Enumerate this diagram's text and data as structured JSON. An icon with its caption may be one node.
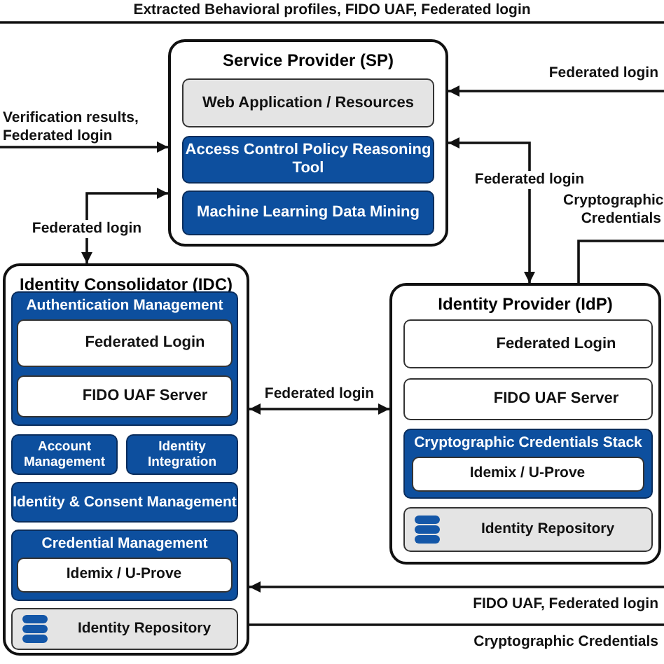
{
  "diagram": {
    "nodes": [
      {
        "text": [
          "Service Provider (SP)"
        ]
      },
      {
        "text": [
          "Web Application / Resources"
        ],
        "in": 0
      },
      {
        "text": [
          "Access Control Policy Reasoning Tool"
        ],
        "in": 0
      },
      {
        "text": [
          "Machine Learning Data Mining"
        ],
        "in": 0
      },
      {
        "text": [
          "Identity Consolidator (IDC)"
        ]
      },
      {
        "text": [
          "Authentication Management"
        ],
        "in": 4
      },
      {
        "text": [
          "Federated Login"
        ],
        "in": 5
      },
      {
        "text": [
          "FIDO UAF Server"
        ],
        "in": 5
      },
      {
        "text": [
          "Account Management"
        ],
        "in": 4
      },
      {
        "text": [
          "Identity Integration"
        ],
        "in": 4
      },
      {
        "text": [
          "Identity & Consent Management"
        ],
        "in": 4
      },
      {
        "text": [
          "Credential Management"
        ],
        "in": 4
      },
      {
        "text": [
          "Idemix / U-Prove"
        ],
        "in": 11
      },
      {
        "text": [
          "Identity Repository"
        ],
        "in": 4
      },
      {
        "text": [
          "Identity Provider (IdP)"
        ]
      },
      {
        "text": [
          "Federated Login"
        ],
        "in": 14
      },
      {
        "text": [
          "FIDO UAF Server"
        ],
        "in": 14
      },
      {
        "text": [
          "Cryptographic Credentials Stack"
        ],
        "in": 14
      },
      {
        "text": [
          "Idemix / U-Prove"
        ],
        "in": 17
      },
      {
        "text": [
          "Identity Repository"
        ],
        "in": 14
      }
    ],
    "edges": [
      {
        "from": null,
        "to": 0,
        "arrow": "to",
        "label": "Verification results, Federated login"
      },
      {
        "from": 4,
        "to": 0,
        "arrow": "both",
        "label": "Federated login"
      },
      {
        "from": null,
        "to": 0,
        "arrow": "to",
        "label": "Federated login"
      },
      {
        "from": 0,
        "to": 14,
        "arrow": "both",
        "label": "Federated login"
      },
      {
        "from": 14,
        "to": null,
        "arrow": "none",
        "label": "Cryptographic Credentials"
      },
      {
        "from": 4,
        "to": 14,
        "arrow": "both",
        "label": "Federated login"
      },
      {
        "from": null,
        "to": 4,
        "arrow": "to",
        "label": "FIDO UAF, Federated login"
      },
      {
        "from": 4,
        "to": null,
        "arrow": "none",
        "label": "Cryptographic Credentials"
      }
    ],
    "labels": [
      "Extracted Behavioral profiles, FIDO UAF, Federated login"
    ]
  }
}
